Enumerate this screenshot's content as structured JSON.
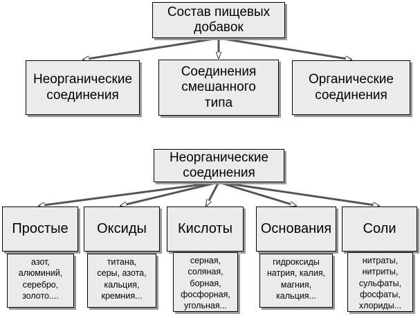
{
  "diagram_top": {
    "root": "Состав пищевых\nдобавок",
    "children": [
      "Неорганические\nсоединения",
      "Соединения\nсмешанного\nтипа",
      "Органические\nсоединения"
    ]
  },
  "diagram_bottom": {
    "root": "Неорганические\nсоединения",
    "categories": [
      {
        "label": "Простые",
        "examples": "азот,\nалюминий,\nсеребро,\nзолото...."
      },
      {
        "label": "Оксиды",
        "examples": "титана,\nсеры, азота,\nкальция,\nкремния..."
      },
      {
        "label": "Кислоты",
        "examples": "серная,\nсоляная,\nборная,\nфосфорная,\nугольная..."
      },
      {
        "label": "Основания",
        "examples": "гидроксиды\nнатрия, калия,\nмагния,\nкальция..."
      },
      {
        "label": "Соли",
        "examples": "нитраты,\nнитриты,\nсульфаты,\nфосфаты,\nхлориды..."
      }
    ]
  },
  "colors": {
    "box_fill": "#ebebeb",
    "box_border": "#000000",
    "box_shadow": "#9a9a9a",
    "arrow": "#555555"
  }
}
